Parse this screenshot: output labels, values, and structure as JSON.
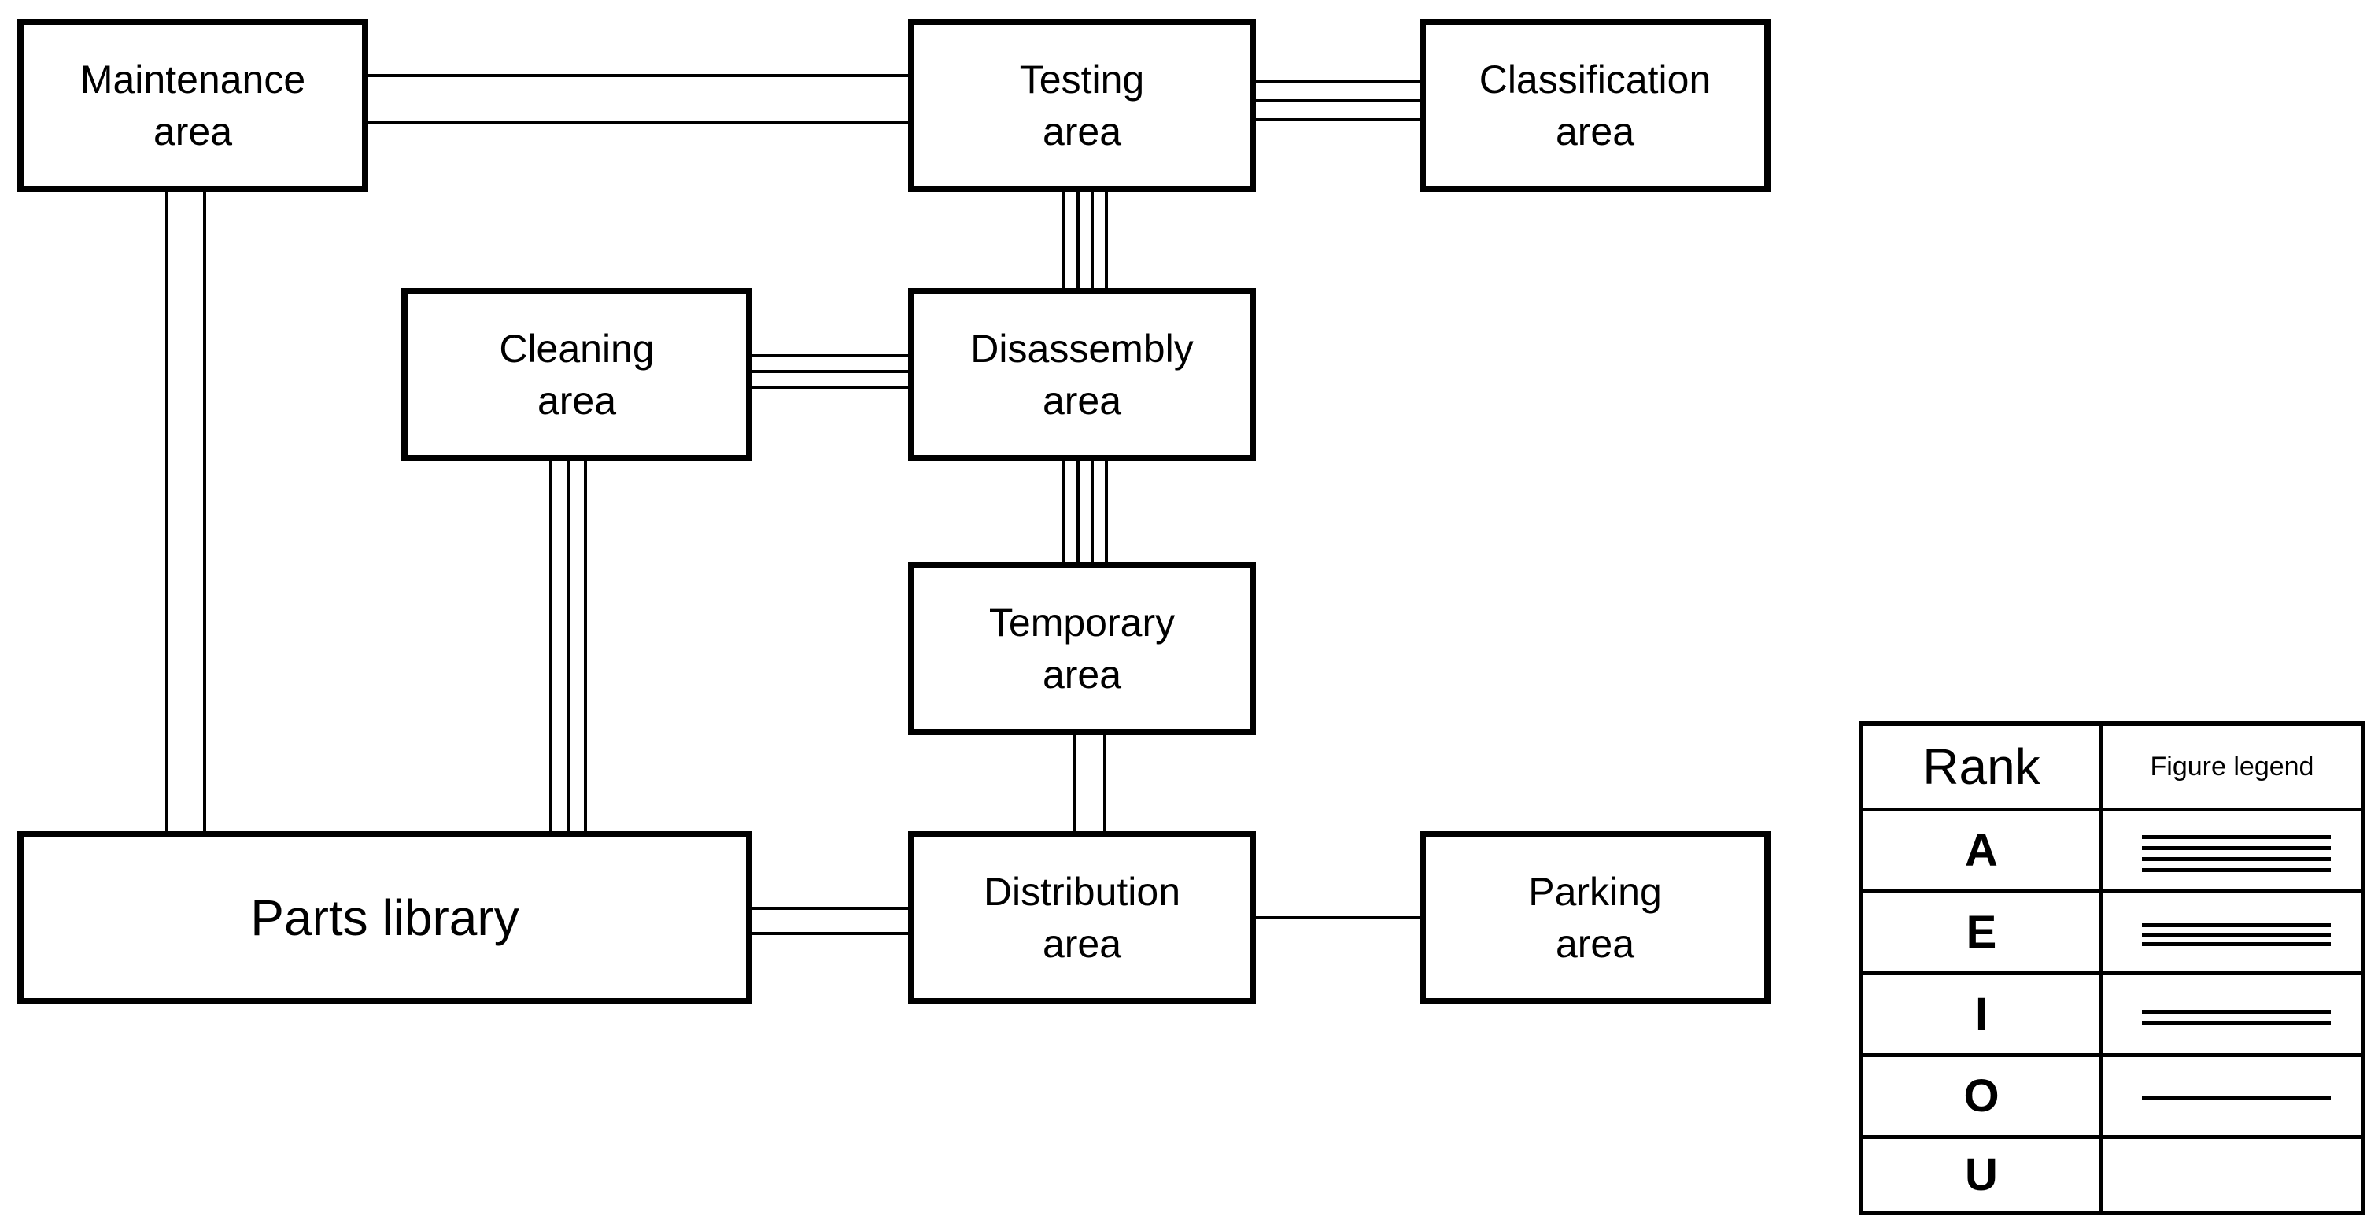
{
  "areas": {
    "maintenance": {
      "line1": "Maintenance",
      "line2": "area"
    },
    "testing": {
      "line1": "Testing",
      "line2": "area"
    },
    "classification": {
      "line1": "Classification",
      "line2": "area"
    },
    "cleaning": {
      "line1": "Cleaning",
      "line2": "area"
    },
    "disassembly": {
      "line1": "Disassembly",
      "line2": "area"
    },
    "temporary": {
      "line1": "Temporary",
      "line2": "area"
    },
    "parts": {
      "line1": "Parts library"
    },
    "distribution": {
      "line1": "Distribution",
      "line2": "area"
    },
    "parking": {
      "line1": "Parking",
      "line2": "area"
    }
  },
  "connections": [
    {
      "from": "Maintenance area",
      "to": "Testing area",
      "rank": "I"
    },
    {
      "from": "Testing area",
      "to": "Classification area",
      "rank": "E"
    },
    {
      "from": "Testing area",
      "to": "Disassembly area",
      "rank": "A"
    },
    {
      "from": "Cleaning area",
      "to": "Disassembly area",
      "rank": "E"
    },
    {
      "from": "Disassembly area",
      "to": "Temporary area",
      "rank": "A"
    },
    {
      "from": "Temporary area",
      "to": "Distribution area",
      "rank": "I"
    },
    {
      "from": "Parts library",
      "to": "Distribution area",
      "rank": "I"
    },
    {
      "from": "Distribution area",
      "to": "Parking area",
      "rank": "O"
    },
    {
      "from": "Maintenance area",
      "to": "Parts library",
      "rank": "I"
    },
    {
      "from": "Cleaning area",
      "to": "Parts library",
      "rank": "E"
    }
  ],
  "legend": {
    "header_rank": "Rank",
    "header_figure": "Figure legend",
    "rows": [
      {
        "rank": "A",
        "lines": 4
      },
      {
        "rank": "E",
        "lines": 3
      },
      {
        "rank": "I",
        "lines": 2
      },
      {
        "rank": "O",
        "lines": 1
      },
      {
        "rank": "U",
        "lines": 0
      }
    ]
  }
}
